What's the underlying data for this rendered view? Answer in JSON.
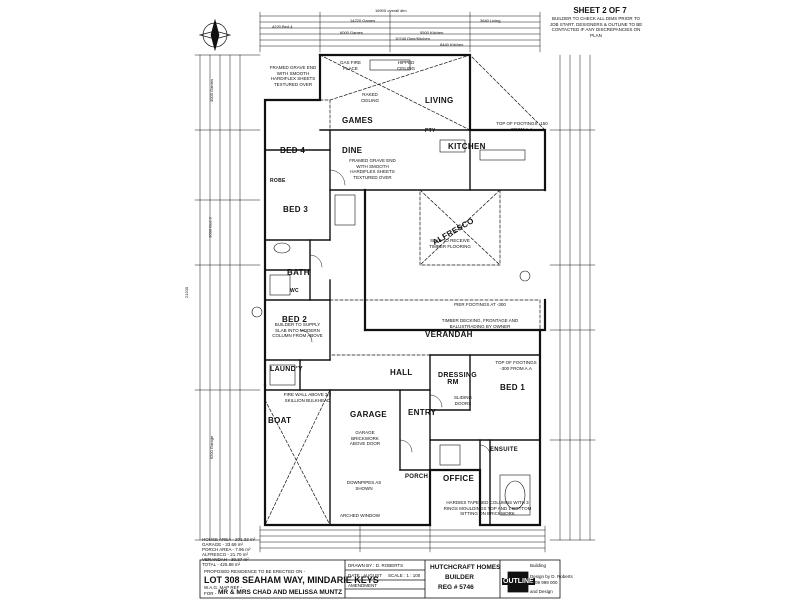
{
  "sheet": {
    "number": "SHEET 2 OF 7",
    "note": "BUILDER TO CHECK ALL DIMS PRIOR TO JOB START. DESIGNERS & OUTLINE TO BE CONTACTED IF ANY DISCREPANCIES ON PLAN"
  },
  "top_dims": {
    "overall": "16900 overall dim",
    "a": "14220 Games",
    "b": "3640 Living",
    "c": "4220 Bed 4",
    "d": "6000 Games",
    "e": "5500 Kitchen",
    "f": "10740 Dine/Kitchen",
    "g": "8440 Kitchen"
  },
  "left_dims": {
    "overall": "21200",
    "a": "4000 Games",
    "b": "3000 Bed 3",
    "c": "6200 Garage"
  },
  "rooms": {
    "living": "LIVING",
    "games": "GAMES",
    "bed4": "BED 4",
    "dine": "DINE",
    "kitchen": "KITCHEN",
    "bed3": "BED 3",
    "alfresco": "ALFRESCO",
    "bath": "BATH",
    "bed2": "BED 2",
    "verandah": "VERANDAH",
    "hall": "HALL",
    "dressing": "DRESSING RM",
    "bed1": "BED 1",
    "laundry": "LAUND'Y",
    "boat": "BOAT",
    "garage": "GARAGE",
    "entry": "ENTRY",
    "office": "OFFICE",
    "ensuite": "ENSUITE",
    "porch": "PORCH",
    "robe": "ROBE",
    "wc": "WC",
    "pantry": "PTY"
  },
  "notes": {
    "framed_gables": "FRAMED GRAVE END WITH SMOOTH HARDIFLEX SHEETS TEXTURED OVER",
    "framed_gables2": "FRAMED GRAVE END WITH SMOOTH HARDIFLEX SHEETS TEXTURED OVER",
    "raked": "RAKED CEILING",
    "hipped": "HIPPED CEILING",
    "fireplace": "GAS FIRE PLACE",
    "top_footing": "TOP OF FOOTINGS -150 FROM A.A",
    "top_footing2": "TOP OF FOOTINGS -300 FROM A.A",
    "pier_footings": "PIER FOOTINGS AT -300",
    "timber_decking": "TIMBER DECKING, FRONTAGE AND BALUSTRADING BY OWNER",
    "alfresco_slab": "SLAB TO RECEIVE TIMBER FLOORING",
    "laundry_note": "BUILDER TO SUPPLY SLAB INTO MODERN COLUMN FROM ABOVE",
    "firewall": "FIRE WALL ABOVE 3/2 SKILLION BULKHEAD",
    "garage_note": "GARAGE BRICKWORK ABOVE DOOR",
    "columns": "HARDIES TAPERED COLUMNS WITH 3 RINGS MOULDINGS TOP AND 1 BOTTOM SITTING ON BRICKWORK",
    "downpipes": "DOWNPIPES AS SHOWN",
    "arched_window": "ARCHED WINDOW",
    "sliding": "SLIDING DOORS"
  },
  "areas": {
    "house": "HOUSE AREA - 201.33 m²",
    "garage": "GARAGE - 33.69 m²",
    "porch": "PORCH AREA - 7.96 m²",
    "alfresco": "ALFRESCO - 21.70 m²",
    "verandah": "VERANDAH - 30.37 m²",
    "total": "TOTAL - 425.88 m²"
  },
  "title_block": {
    "proposed": "PROPOSED RESIDENCE TO BE ERECTED ON -",
    "lot": "LOT 308 SEAHAM WAY, MINDARIE KEYS",
    "plan": "W.A.G. MAP REF -",
    "for": "FOR -",
    "client": "MR & MRS CHAD AND MELISSA MUNTZ",
    "drawn": "DRAWN BY : D. ROBERTS",
    "date": "DATE : AUGUST",
    "scale": "SCALE : 1 : 100",
    "amendment": "AMENDMENT",
    "builder_name": "HUTCHCRAFT HOMES",
    "builder_label": "BUILDER",
    "reg": "REG # 5746",
    "outline": "OUTLINE",
    "building": "Building",
    "design": "and Design",
    "designer": "Design by D. Roberts",
    "phone": "0409 999 000"
  }
}
